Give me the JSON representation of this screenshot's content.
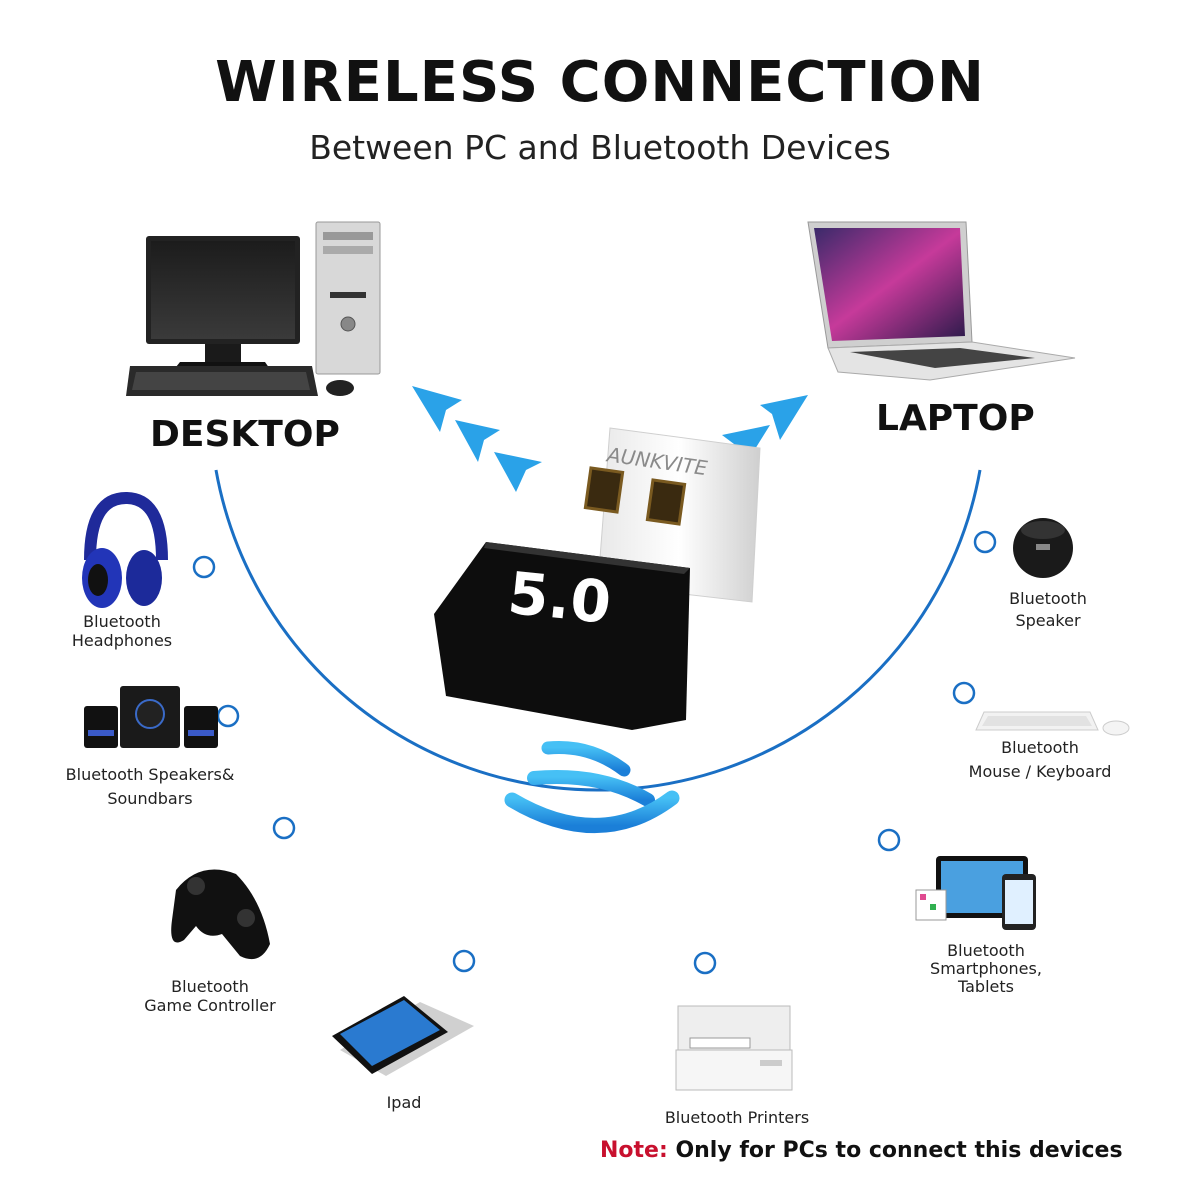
{
  "header": {
    "title": "WIRELESS CONNECTION",
    "subtitle": "Between PC and Bluetooth Devices"
  },
  "hosts": {
    "desktop": "DESKTOP",
    "laptop": "LAPTOP"
  },
  "adapter": {
    "brand": "AUNKVITE",
    "version": "5.0"
  },
  "devices": {
    "headphones": [
      "Bluetooth",
      "Headphones"
    ],
    "speakers": [
      "Bluetooth Speakers&",
      "Soundbars"
    ],
    "game_controller": [
      "Bluetooth",
      "Game Controller"
    ],
    "ipad": [
      "Ipad"
    ],
    "printers": [
      "Bluetooth Printers"
    ],
    "smartphones": [
      "Bluetooth",
      "Smartphones,",
      "Tablets"
    ],
    "mouse_keyboard": [
      "Bluetooth",
      "Mouse / Keyboard"
    ],
    "speaker": [
      "Bluetooth",
      "Speaker"
    ]
  },
  "note": {
    "prefix": "Note:",
    "text": "Only for PCs to connect this devices"
  },
  "colors": {
    "ring": "#1a6fc4",
    "signal": "#2aa2e8",
    "note_red": "#c8102e"
  }
}
